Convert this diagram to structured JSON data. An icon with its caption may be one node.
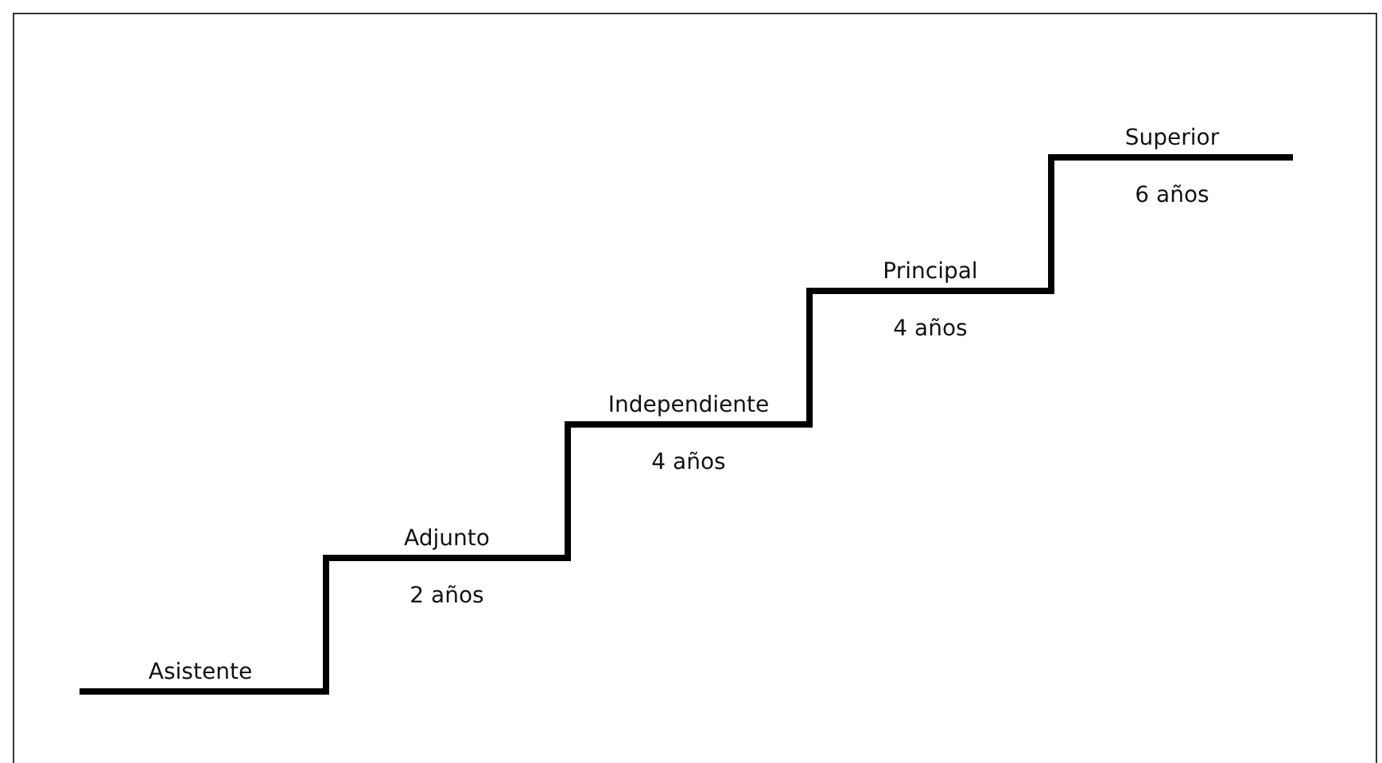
{
  "diagram": {
    "nodes": [
      {
        "text": [
          "Asistente"
        ]
      },
      {
        "text": [
          "Adjunto"
        ],
        "beside": [
          "2 años"
        ]
      },
      {
        "text": [
          "Independiente"
        ],
        "beside": [
          "4 años"
        ]
      },
      {
        "text": [
          "Principal"
        ],
        "beside": [
          "4 años"
        ]
      },
      {
        "text": [
          "Superior"
        ],
        "beside": [
          "6 años"
        ]
      }
    ]
  }
}
